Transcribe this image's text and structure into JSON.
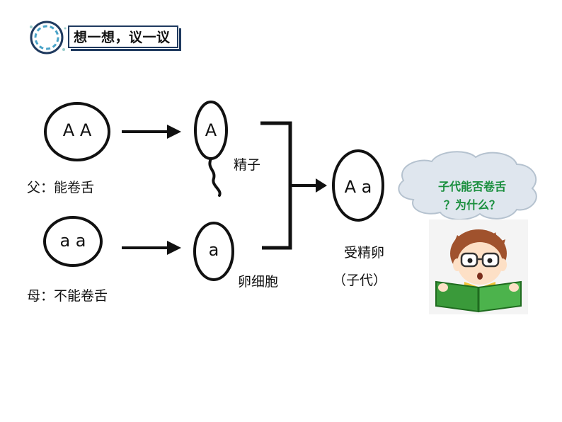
{
  "header": {
    "title": "想一想，议一议"
  },
  "father": {
    "genotype": "A A",
    "label": "父：能卷舌"
  },
  "mother": {
    "genotype": "a a",
    "label": "母：不能卷舌"
  },
  "sperm": {
    "allele": "A",
    "label": "精子"
  },
  "egg": {
    "allele": "a",
    "label": "卵细胞"
  },
  "zygote": {
    "genotype": "A a",
    "label": "受精卵",
    "sublabel": "（子代）"
  },
  "thought_bubble": {
    "line1": "子代能否卷舌",
    "line2": "？为什么？"
  },
  "colors": {
    "outline": "#111111",
    "bubble_fill": "#dfe6ee",
    "bubble_text": "#1a8f3e",
    "header_border": "#1f3a5f"
  }
}
